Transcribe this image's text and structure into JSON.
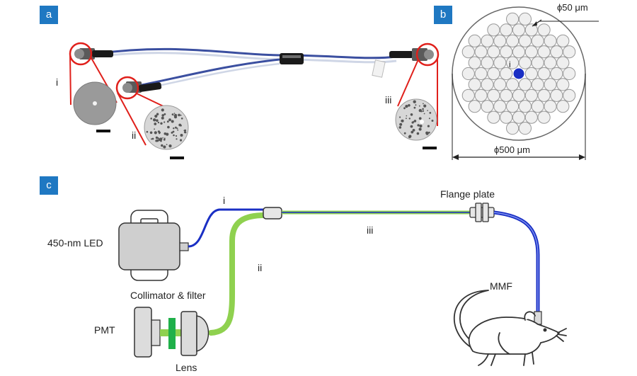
{
  "panels": {
    "a": {
      "tag": "a",
      "roman_i": "i",
      "roman_ii": "ii",
      "roman_iii": "iii"
    },
    "b": {
      "tag": "b",
      "core_size": "ϕ50 μm",
      "bundle_size": "ϕ500 μm",
      "center_label": "i"
    },
    "c": {
      "tag": "c",
      "led": "450-nm LED",
      "collimator": "Collimator & filter",
      "pmt": "PMT",
      "lens": "Lens",
      "flange": "Flange plate",
      "mmf": "MMF",
      "fiber_i": "i",
      "fiber_ii": "ii",
      "fiber_iii": "iii"
    }
  },
  "colors": {
    "tag_blue": "#1f78c2",
    "highlight_red": "#e0201b",
    "excitation_blue": "#1a2fc4",
    "emission_green": "#8fd14f",
    "filter_green": "#1fb04a"
  }
}
